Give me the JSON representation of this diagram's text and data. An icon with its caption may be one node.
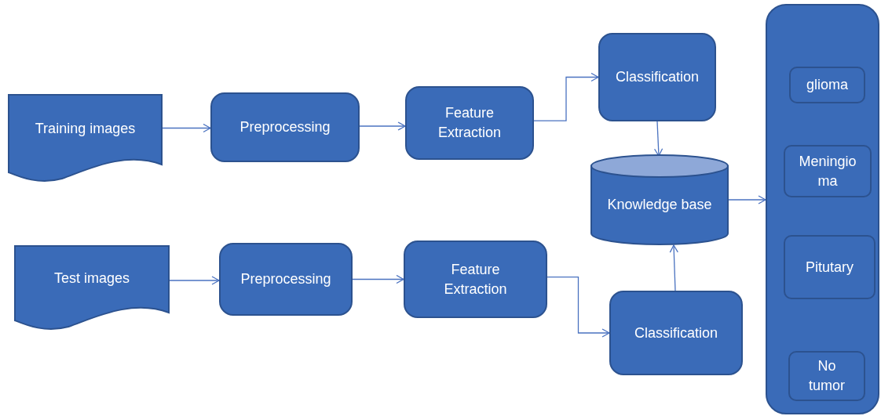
{
  "diagram": {
    "nodes": [
      {
        "text": [
          "Training images"
        ]
      },
      {
        "text": [
          "Preprocessing"
        ]
      },
      {
        "text": [
          "Feature Extraction"
        ]
      },
      {
        "text": [
          "Classification"
        ]
      },
      {
        "text": [
          "Knowledge base"
        ]
      },
      {
        "text": [
          "Test images"
        ]
      },
      {
        "text": [
          "Preprocessing"
        ]
      },
      {
        "text": [
          "Feature Extraction"
        ]
      },
      {
        "text": [
          "Classification"
        ]
      },
      {
        "text": [],
        "shape": "box"
      },
      {
        "text": [
          "glioma"
        ],
        "in": 9
      },
      {
        "text": [
          "Meningioma"
        ],
        "in": 9
      },
      {
        "text": [
          "Pitutary"
        ],
        "in": 9
      },
      {
        "text": [
          "No tumor"
        ],
        "in": 9
      }
    ],
    "edges": [
      {
        "from": 0,
        "to": 1,
        "arrow": "to"
      },
      {
        "from": 1,
        "to": 2,
        "arrow": "to"
      },
      {
        "from": 2,
        "to": 3,
        "arrow": "to"
      },
      {
        "from": 3,
        "to": 4,
        "arrow": "to"
      },
      {
        "from": 5,
        "to": 6,
        "arrow": "to"
      },
      {
        "from": 6,
        "to": 7,
        "arrow": "to"
      },
      {
        "from": 7,
        "to": 8,
        "arrow": "to"
      },
      {
        "from": 8,
        "to": 4,
        "arrow": "to"
      },
      {
        "from": 4,
        "to": 9,
        "arrow": "to"
      }
    ]
  }
}
